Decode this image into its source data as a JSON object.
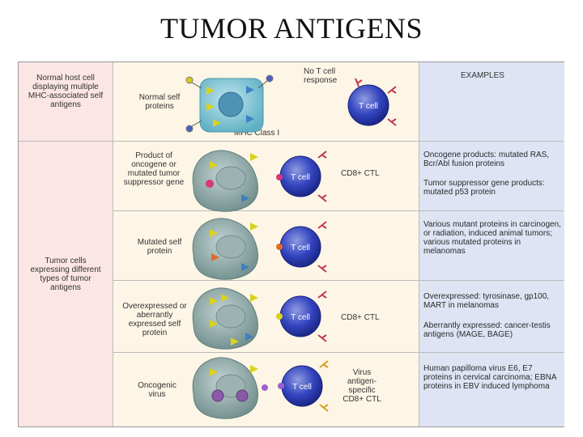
{
  "title": "TUMOR ANTIGENS",
  "left_labels": {
    "normal": "Normal host cell displaying multiple MHC-associated self antigens",
    "tumor": "Tumor cells expressing different types of tumor antigens"
  },
  "header": {
    "examples": "EXAMPLES",
    "no_t_cell": "No T cell response",
    "mhc_class_i": "MHC Class I"
  },
  "row_labels": {
    "normal_self": "Normal self proteins",
    "oncogene": "Product of oncogene or mutated tumor suppressor gene",
    "mutated": "Mutated self protein",
    "overexpressed": "Overexpressed or aberrantly expressed self protein",
    "viral": "Oncogenic virus"
  },
  "cell_labels": {
    "t_cell": "T cell",
    "cd8_ctl": "CD8+ CTL",
    "virus_ctl": "Virus antigen-specific CD8+ CTL"
  },
  "examples": {
    "row1_a": "Oncogene products: mutated RAS, Bcr/Abl fusion proteins",
    "row1_b": "Tumor suppressor gene products: mutated p53 protein",
    "row2": "Various mutant proteins in carcinogen, or radiation, induced animal tumors; various mutated proteins in melanomas",
    "row3_a": "Overexpressed: tyrosinase, gp100, MART in melanomas",
    "row3_b": "Aberrantly expressed: cancer-testis antigens (MAGE, BAGE)",
    "row4": "Human papilloma virus E6, E7 proteins in cervical carcinoma; EBNA proteins in EBV induced lymphoma"
  }
}
